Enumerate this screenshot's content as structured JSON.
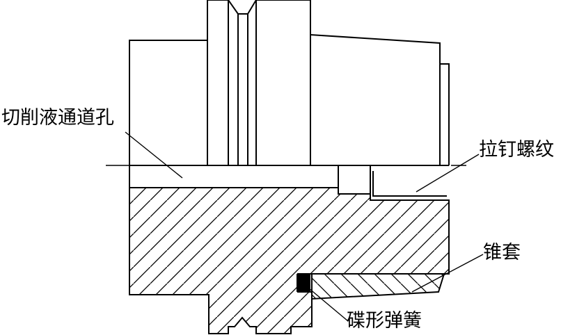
{
  "labels": {
    "coolant_hole": "切削液通道孔",
    "pull_stud_thread": "拉钉螺纹",
    "cone_sleeve": "锥套",
    "disc_spring": "碟形弹簧"
  }
}
